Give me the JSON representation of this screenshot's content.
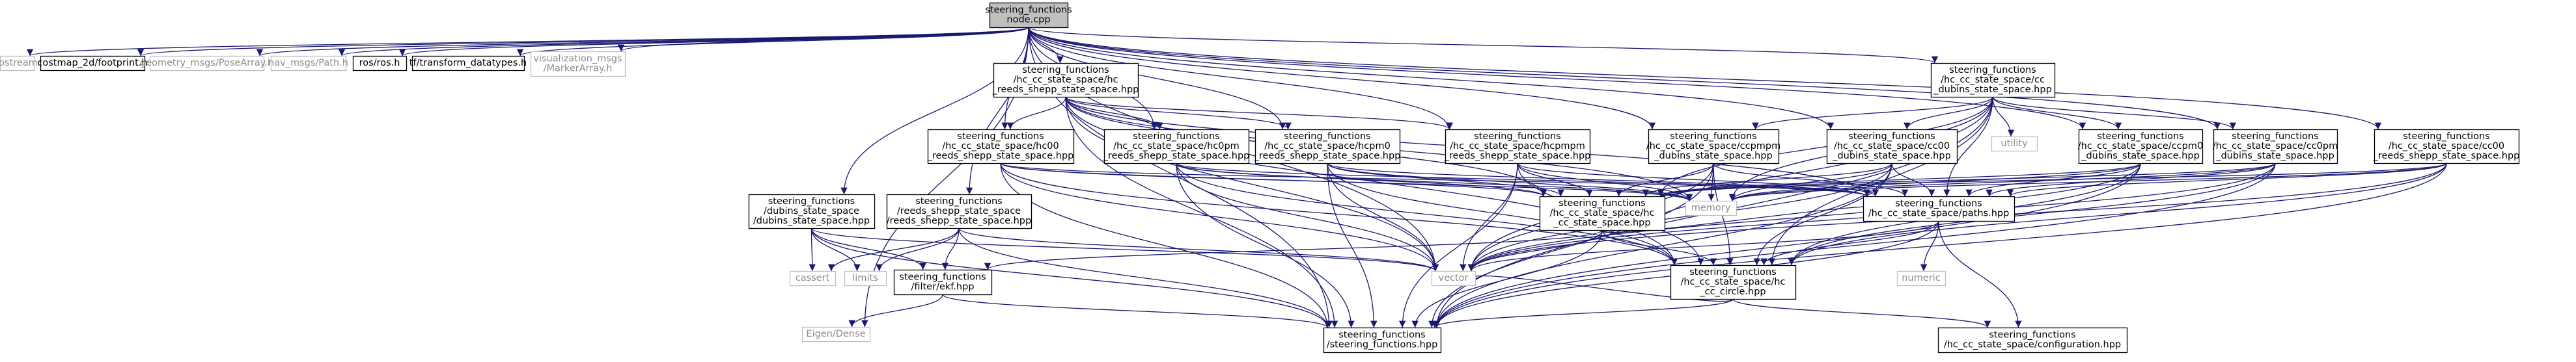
{
  "colors": {
    "edge": "#191970",
    "root_fill": "#bfbfbf",
    "node_fill": "#ffffff",
    "linked_border": "#000000",
    "linked_text": "#000000",
    "external_border": "#bfbfbf",
    "external_text": "#8c8c8c"
  },
  "nodes": [
    {
      "id": "root",
      "kind": "root",
      "lines": [
        "steering_functions",
        "node.cpp"
      ]
    },
    {
      "id": "iostream",
      "kind": "external",
      "lines": [
        "iostream"
      ]
    },
    {
      "id": "costmap",
      "kind": "linked",
      "lines": [
        "costmap_2d/footprint.h"
      ]
    },
    {
      "id": "geom",
      "kind": "external",
      "lines": [
        "geometry_msgs/PoseArray.h"
      ]
    },
    {
      "id": "nav",
      "kind": "external",
      "lines": [
        "nav_msgs/Path.h"
      ]
    },
    {
      "id": "ros",
      "kind": "linked",
      "lines": [
        "ros/ros.h"
      ]
    },
    {
      "id": "tf",
      "kind": "linked",
      "lines": [
        "tf/transform_datatypes.h"
      ]
    },
    {
      "id": "vis",
      "kind": "external",
      "lines": [
        "visualization_msgs",
        "/MarkerArray.h"
      ]
    },
    {
      "id": "hc_rs",
      "kind": "linked",
      "lines": [
        "steering_functions",
        "/hc_cc_state_space/hc",
        "_reeds_shepp_state_space.hpp"
      ]
    },
    {
      "id": "cc_dub",
      "kind": "linked",
      "lines": [
        "steering_functions",
        "/hc_cc_state_space/cc",
        "_dubins_state_space.hpp"
      ]
    },
    {
      "id": "hc00",
      "kind": "linked",
      "lines": [
        "steering_functions",
        "/hc_cc_state_space/hc00",
        "_reeds_shepp_state_space.hpp"
      ]
    },
    {
      "id": "hc0pm",
      "kind": "linked",
      "lines": [
        "steering_functions",
        "/hc_cc_state_space/hc0pm",
        "_reeds_shepp_state_space.hpp"
      ]
    },
    {
      "id": "hcpm0",
      "kind": "linked",
      "lines": [
        "steering_functions",
        "/hc_cc_state_space/hcpm0",
        "_reeds_shepp_state_space.hpp"
      ]
    },
    {
      "id": "hcpmpm",
      "kind": "linked",
      "lines": [
        "steering_functions",
        "/hc_cc_state_space/hcpmpm",
        "_reeds_shepp_state_space.hpp"
      ]
    },
    {
      "id": "ccpmpm",
      "kind": "linked",
      "lines": [
        "steering_functions",
        "/hc_cc_state_space/ccpmpm",
        "_dubins_state_space.hpp"
      ]
    },
    {
      "id": "cc00d",
      "kind": "linked",
      "lines": [
        "steering_functions",
        "/hc_cc_state_space/cc00",
        "_dubins_state_space.hpp"
      ]
    },
    {
      "id": "utility",
      "kind": "external",
      "lines": [
        "utility"
      ]
    },
    {
      "id": "ccpm0",
      "kind": "linked",
      "lines": [
        "steering_functions",
        "/hc_cc_state_space/ccpm0",
        "_dubins_state_space.hpp"
      ]
    },
    {
      "id": "cc0pm",
      "kind": "linked",
      "lines": [
        "steering_functions",
        "/hc_cc_state_space/cc0pm",
        "_dubins_state_space.hpp"
      ]
    },
    {
      "id": "cc00rs",
      "kind": "linked",
      "lines": [
        "steering_functions",
        "/hc_cc_state_space/cc00",
        "_reeds_shepp_state_space.hpp"
      ]
    },
    {
      "id": "dubins",
      "kind": "linked",
      "lines": [
        "steering_functions",
        "/dubins_state_space",
        "/dubins_state_space.hpp"
      ]
    },
    {
      "id": "rs",
      "kind": "linked",
      "lines": [
        "steering_functions",
        "/reeds_shepp_state_space",
        "/reeds_shepp_state_space.hpp"
      ]
    },
    {
      "id": "hccc",
      "kind": "linked",
      "lines": [
        "steering_functions",
        "/hc_cc_state_space/hc",
        "_cc_state_space.hpp"
      ]
    },
    {
      "id": "memory",
      "kind": "external",
      "lines": [
        "memory"
      ]
    },
    {
      "id": "paths",
      "kind": "linked",
      "lines": [
        "steering_functions",
        "/hc_cc_state_space/paths.hpp"
      ]
    },
    {
      "id": "cassert",
      "kind": "external",
      "lines": [
        "cassert"
      ]
    },
    {
      "id": "limits",
      "kind": "external",
      "lines": [
        "limits"
      ]
    },
    {
      "id": "ekf",
      "kind": "linked",
      "lines": [
        "steering_functions",
        "/filter/ekf.hpp"
      ]
    },
    {
      "id": "vector",
      "kind": "external",
      "lines": [
        "vector"
      ]
    },
    {
      "id": "circle",
      "kind": "linked",
      "lines": [
        "steering_functions",
        "/hc_cc_state_space/hc",
        "_cc_circle.hpp"
      ]
    },
    {
      "id": "numeric",
      "kind": "external",
      "lines": [
        "numeric"
      ]
    },
    {
      "id": "eigen",
      "kind": "external",
      "lines": [
        "Eigen/Dense"
      ]
    },
    {
      "id": "sf",
      "kind": "linked",
      "lines": [
        "steering_functions",
        "/steering_functions.hpp"
      ]
    },
    {
      "id": "config",
      "kind": "linked",
      "lines": [
        "steering_functions",
        "/hc_cc_state_space/configuration.hpp"
      ]
    }
  ],
  "edges": [
    [
      "root",
      "iostream"
    ],
    [
      "root",
      "costmap"
    ],
    [
      "root",
      "geom"
    ],
    [
      "root",
      "nav"
    ],
    [
      "root",
      "ros"
    ],
    [
      "root",
      "tf"
    ],
    [
      "root",
      "vis"
    ],
    [
      "root",
      "hc_rs"
    ],
    [
      "root",
      "cc_dub"
    ],
    [
      "root",
      "hc00"
    ],
    [
      "root",
      "hc0pm"
    ],
    [
      "root",
      "hcpm0"
    ],
    [
      "root",
      "hcpmpm"
    ],
    [
      "root",
      "ccpmpm"
    ],
    [
      "root",
      "cc00d"
    ],
    [
      "root",
      "ccpm0"
    ],
    [
      "root",
      "cc0pm"
    ],
    [
      "root",
      "cc00rs"
    ],
    [
      "root",
      "dubins"
    ],
    [
      "root",
      "rs"
    ],
    [
      "root",
      "eigen"
    ],
    [
      "root",
      "sf"
    ],
    [
      "root",
      "vector"
    ],
    [
      "hc_rs",
      "hc00"
    ],
    [
      "hc_rs",
      "hc0pm"
    ],
    [
      "hc_rs",
      "hcpm0"
    ],
    [
      "hc_rs",
      "hcpmpm"
    ],
    [
      "hc_rs",
      "hccc"
    ],
    [
      "hc_rs",
      "paths"
    ],
    [
      "hc_rs",
      "memory"
    ],
    [
      "hc_rs",
      "vector"
    ],
    [
      "hc_rs",
      "sf"
    ],
    [
      "hc_rs",
      "circle"
    ],
    [
      "cc_dub",
      "ccpmpm"
    ],
    [
      "cc_dub",
      "cc00d"
    ],
    [
      "cc_dub",
      "ccpm0"
    ],
    [
      "cc_dub",
      "cc0pm"
    ],
    [
      "cc_dub",
      "utility"
    ],
    [
      "cc_dub",
      "hccc"
    ],
    [
      "cc_dub",
      "paths"
    ],
    [
      "cc_dub",
      "memory"
    ],
    [
      "cc_dub",
      "vector"
    ],
    [
      "cc_dub",
      "sf"
    ],
    [
      "cc_dub",
      "circle"
    ],
    [
      "hc00",
      "hccc"
    ],
    [
      "hc00",
      "paths"
    ],
    [
      "hc00",
      "memory"
    ],
    [
      "hc00",
      "vector"
    ],
    [
      "hc00",
      "sf"
    ],
    [
      "hc00",
      "circle"
    ],
    [
      "hc0pm",
      "hccc"
    ],
    [
      "hc0pm",
      "paths"
    ],
    [
      "hc0pm",
      "memory"
    ],
    [
      "hc0pm",
      "vector"
    ],
    [
      "hc0pm",
      "sf"
    ],
    [
      "hc0pm",
      "circle"
    ],
    [
      "hcpm0",
      "hccc"
    ],
    [
      "hcpm0",
      "paths"
    ],
    [
      "hcpm0",
      "memory"
    ],
    [
      "hcpm0",
      "vector"
    ],
    [
      "hcpm0",
      "sf"
    ],
    [
      "hcpm0",
      "circle"
    ],
    [
      "hcpmpm",
      "hccc"
    ],
    [
      "hcpmpm",
      "paths"
    ],
    [
      "hcpmpm",
      "memory"
    ],
    [
      "hcpmpm",
      "vector"
    ],
    [
      "hcpmpm",
      "sf"
    ],
    [
      "hcpmpm",
      "circle"
    ],
    [
      "ccpmpm",
      "hccc"
    ],
    [
      "ccpmpm",
      "paths"
    ],
    [
      "ccpmpm",
      "memory"
    ],
    [
      "ccpmpm",
      "vector"
    ],
    [
      "ccpmpm",
      "sf"
    ],
    [
      "ccpmpm",
      "circle"
    ],
    [
      "cc00d",
      "hccc"
    ],
    [
      "cc00d",
      "paths"
    ],
    [
      "cc00d",
      "memory"
    ],
    [
      "cc00d",
      "vector"
    ],
    [
      "cc00d",
      "sf"
    ],
    [
      "cc00d",
      "circle"
    ],
    [
      "ccpm0",
      "hccc"
    ],
    [
      "ccpm0",
      "paths"
    ],
    [
      "ccpm0",
      "memory"
    ],
    [
      "ccpm0",
      "vector"
    ],
    [
      "ccpm0",
      "sf"
    ],
    [
      "ccpm0",
      "circle"
    ],
    [
      "cc0pm",
      "hccc"
    ],
    [
      "cc0pm",
      "paths"
    ],
    [
      "cc0pm",
      "memory"
    ],
    [
      "cc0pm",
      "vector"
    ],
    [
      "cc0pm",
      "sf"
    ],
    [
      "cc0pm",
      "circle"
    ],
    [
      "cc00rs",
      "hccc"
    ],
    [
      "cc00rs",
      "paths"
    ],
    [
      "cc00rs",
      "memory"
    ],
    [
      "cc00rs",
      "vector"
    ],
    [
      "cc00rs",
      "sf"
    ],
    [
      "cc00rs",
      "circle"
    ],
    [
      "dubins",
      "cassert"
    ],
    [
      "dubins",
      "limits"
    ],
    [
      "dubins",
      "ekf"
    ],
    [
      "dubins",
      "sf"
    ],
    [
      "dubins",
      "vector"
    ],
    [
      "rs",
      "cassert"
    ],
    [
      "rs",
      "limits"
    ],
    [
      "rs",
      "ekf"
    ],
    [
      "rs",
      "sf"
    ],
    [
      "rs",
      "vector"
    ],
    [
      "hccc",
      "ekf"
    ],
    [
      "hccc",
      "circle"
    ],
    [
      "hccc",
      "sf"
    ],
    [
      "hccc",
      "vector"
    ],
    [
      "hccc",
      "memory"
    ],
    [
      "hccc",
      "paths"
    ],
    [
      "paths",
      "circle"
    ],
    [
      "paths",
      "config"
    ],
    [
      "paths",
      "numeric"
    ],
    [
      "paths",
      "vector"
    ],
    [
      "paths",
      "sf"
    ],
    [
      "ekf",
      "eigen"
    ],
    [
      "ekf",
      "sf"
    ],
    [
      "circle",
      "config"
    ],
    [
      "circle",
      "sf"
    ],
    [
      "circle",
      "vector"
    ]
  ]
}
